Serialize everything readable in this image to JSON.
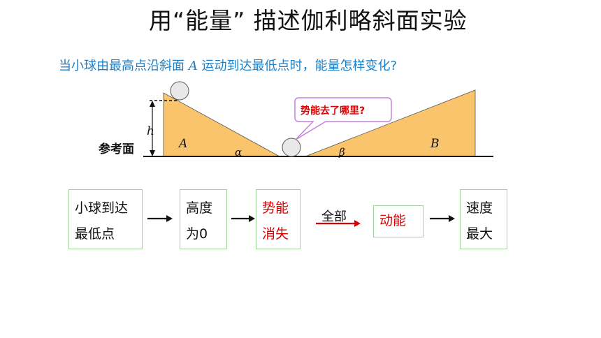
{
  "title": "用“能量” 描述伽利略斜面实验",
  "question": {
    "before": "当小球由最高点沿斜面 ",
    "var": "A",
    "after": " 运动到达最低点时，能量怎样变化?"
  },
  "diagram": {
    "ref_label": "参考面",
    "height_label": "h",
    "ramp_a_label": "A",
    "ramp_b_label": "B",
    "angle_a": "α",
    "angle_b": "β",
    "bubble_text": "势能去了哪里?",
    "colors": {
      "ramp": "#f9c46b",
      "bubble_border": "#c77ee0",
      "question": "#1f7fc4"
    }
  },
  "flow": {
    "step1": [
      "小球到达",
      "最低点"
    ],
    "step2": [
      "高度",
      "为0"
    ],
    "step3": [
      "势能",
      "消失"
    ],
    "arrow_label": "全部",
    "step4": "动能",
    "step5": [
      "速度",
      "最大"
    ]
  }
}
